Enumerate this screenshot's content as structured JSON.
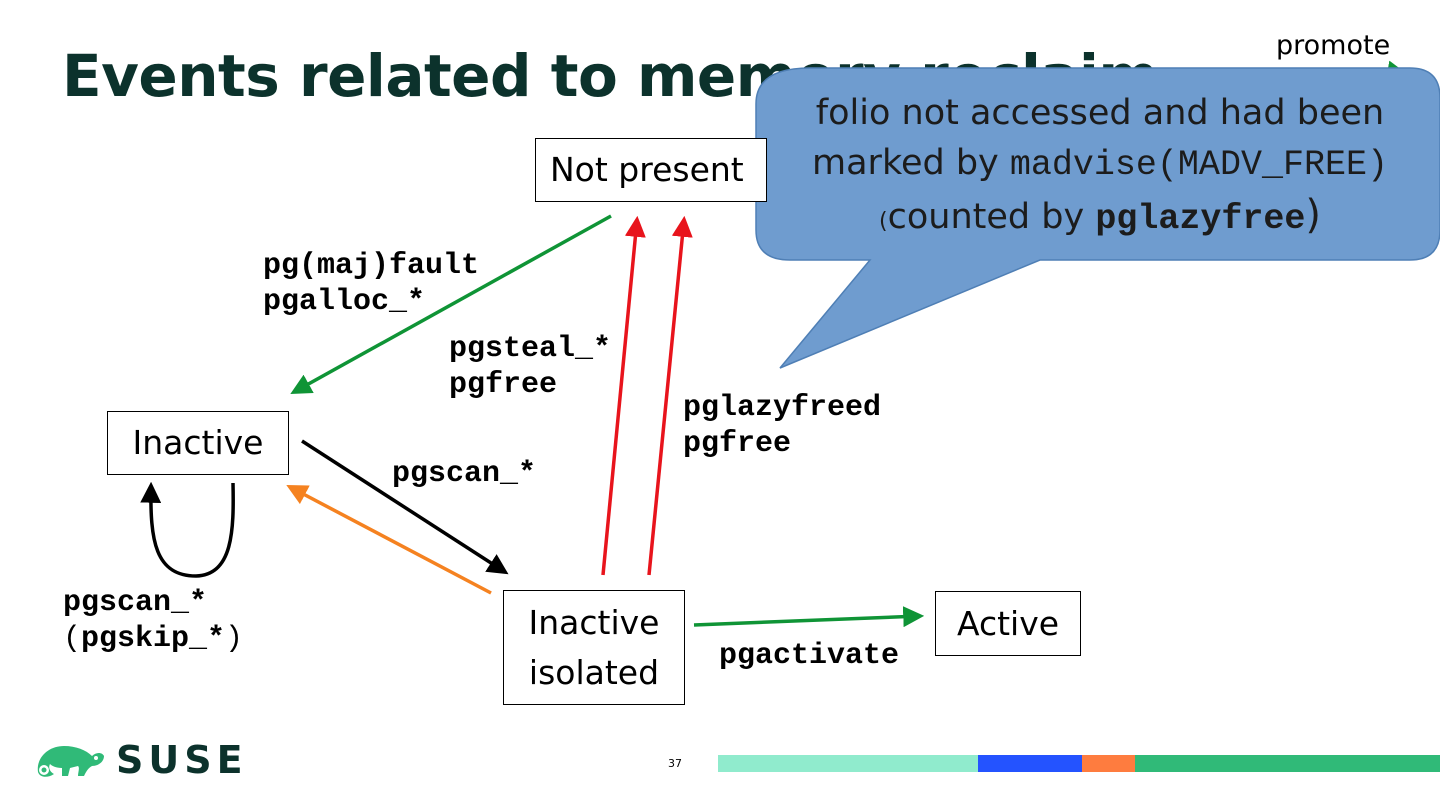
{
  "title": "Events related to memory reclaim",
  "nodes": {
    "not_present": "Not present",
    "inactive": "Inactive",
    "inactive_isolated_line1": "Inactive",
    "inactive_isolated_line2": "isolated",
    "active": "Active"
  },
  "edge_labels": {
    "fault_line1": "pg(maj)fault",
    "fault_line2": "pgalloc_*",
    "steal_line1": "pgsteal_*",
    "steal_line2": "pgfree",
    "lazyfreed_line1": "pglazyfreed",
    "lazyfreed_line2": "pgfree",
    "scan": "pgscan_*",
    "loop_line1": "pgscan_*",
    "loop_line2_open": "(",
    "loop_line2_mono": "pgskip_*",
    "loop_line2_close": ")",
    "activate": "pgactivate",
    "promote": "promote"
  },
  "callout": {
    "line1": "folio not accessed and had been",
    "line2_prefix": "marked by ",
    "line2_code": "madvise(MADV_FREE)",
    "line3_open": "(",
    "line3_text": "counted by ",
    "line3_code": "pglazyfree",
    "line3_close": ")"
  },
  "footer": {
    "brand": "SUSE",
    "page_number": "37"
  },
  "colors": {
    "title": "#0c322c",
    "green": "#0f9436",
    "red": "#e8141c",
    "orange": "#f58220",
    "callout_fill": "#6f9ccf",
    "callout_stroke": "#4f7fb5",
    "bar_mint": "#90ebcd",
    "bar_blue": "#2453ff",
    "bar_orange": "#fe7c3f",
    "bar_green": "#30ba78"
  }
}
